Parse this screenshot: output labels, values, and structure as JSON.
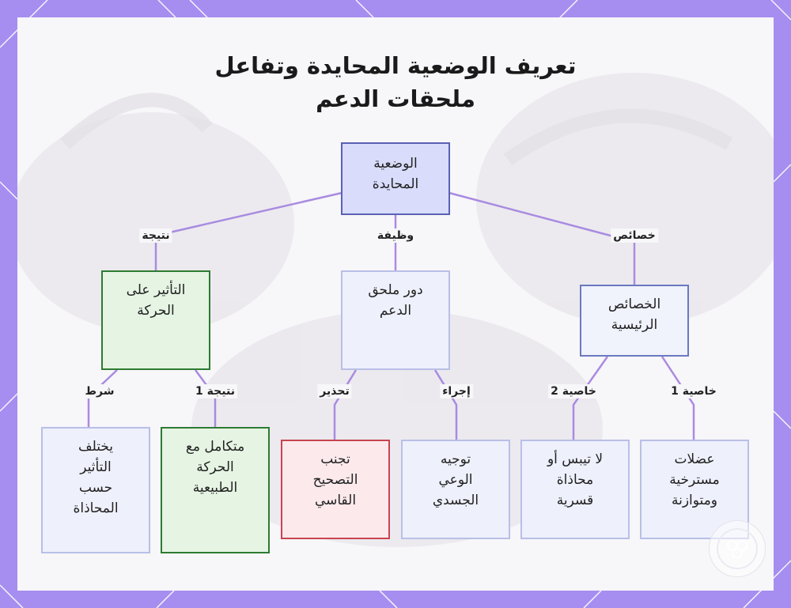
{
  "title_line1": "تعريف الوضعية المحايدة وتفاعل",
  "title_line2": "ملحقات الدعم",
  "nodes": {
    "root": "الوضعية\nالمحايدة",
    "effect": "التأثير على\nالحركة",
    "role": "دور ملحق\nالدعم",
    "features": "الخصائص\nالرئيسية",
    "varies": "يختلف\nالتأثير\nحسب\nالمحاذاة",
    "integrated": "متكامل مع\nالحركة\nالطبيعية",
    "avoid": "تجنب\nالتصحيح\nالقاسي",
    "guide": "توجيه\nالوعي\nالجسدي",
    "no_stiff": "لا تيبس أو\nمحاذاة\nقسرية",
    "muscles": "عضلات\nمسترخية\nومتوازنة"
  },
  "edges": {
    "result": "نتيجة",
    "function": "وظيفة",
    "characteristics": "خصائص",
    "condition": "شرط",
    "result1": "نتيجة 1",
    "warning": "تحذير",
    "procedure": "إجراء",
    "feature2": "خاصية 2",
    "feature1": "خاصية 1"
  },
  "colors": {
    "frame": "#a58ef0",
    "edge": "#a98be0",
    "root_fill": "#d9dcfb",
    "green_border": "#2e7b32",
    "red_border": "#c9444f"
  }
}
